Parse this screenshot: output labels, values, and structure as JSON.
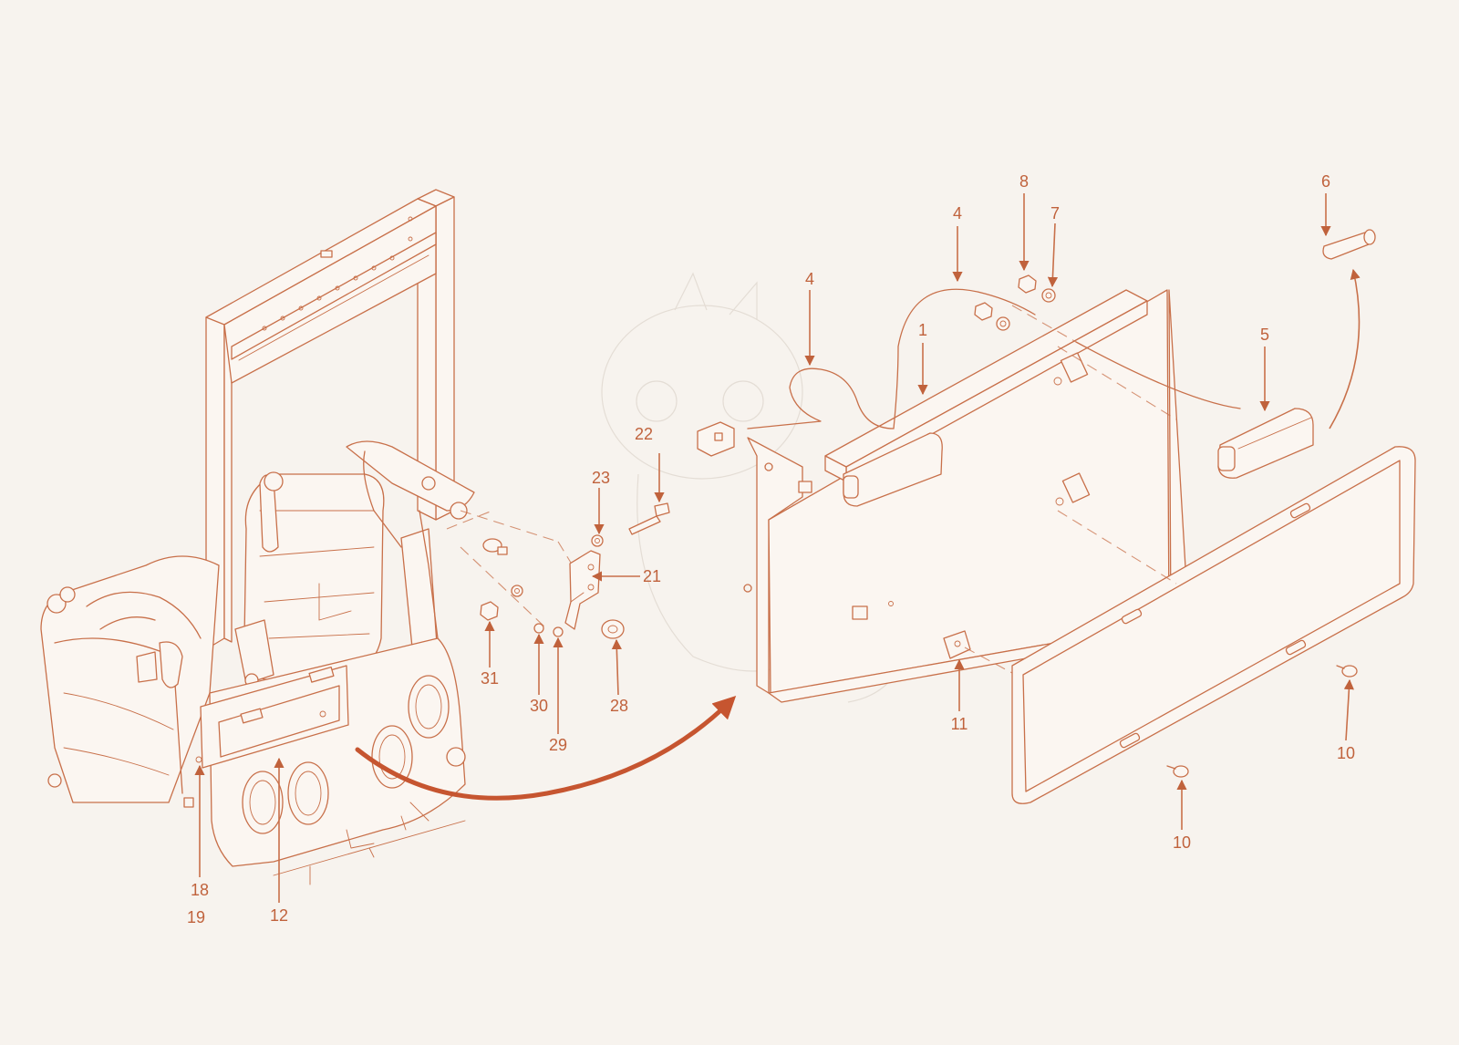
{
  "diagram": {
    "colors": {
      "background": "#f7f3ee",
      "line": "#c8704a",
      "callout": "#c0623c",
      "arrow": "#c65530"
    },
    "callouts": [
      {
        "id": "c1",
        "text": "1"
      },
      {
        "id": "c4a",
        "text": "4"
      },
      {
        "id": "c4b",
        "text": "4"
      },
      {
        "id": "c5",
        "text": "5"
      },
      {
        "id": "c6",
        "text": "6"
      },
      {
        "id": "c7",
        "text": "7"
      },
      {
        "id": "c8",
        "text": "8"
      },
      {
        "id": "c10a",
        "text": "10"
      },
      {
        "id": "c10b",
        "text": "10"
      },
      {
        "id": "c11",
        "text": "11"
      },
      {
        "id": "c12",
        "text": "12"
      },
      {
        "id": "c18",
        "text": "18"
      },
      {
        "id": "c19",
        "text": "19"
      },
      {
        "id": "c21",
        "text": "21"
      },
      {
        "id": "c22",
        "text": "22"
      },
      {
        "id": "c23",
        "text": "23"
      },
      {
        "id": "c28",
        "text": "28"
      },
      {
        "id": "c29",
        "text": "29"
      },
      {
        "id": "c30",
        "text": "30"
      },
      {
        "id": "c31",
        "text": "31"
      }
    ]
  }
}
